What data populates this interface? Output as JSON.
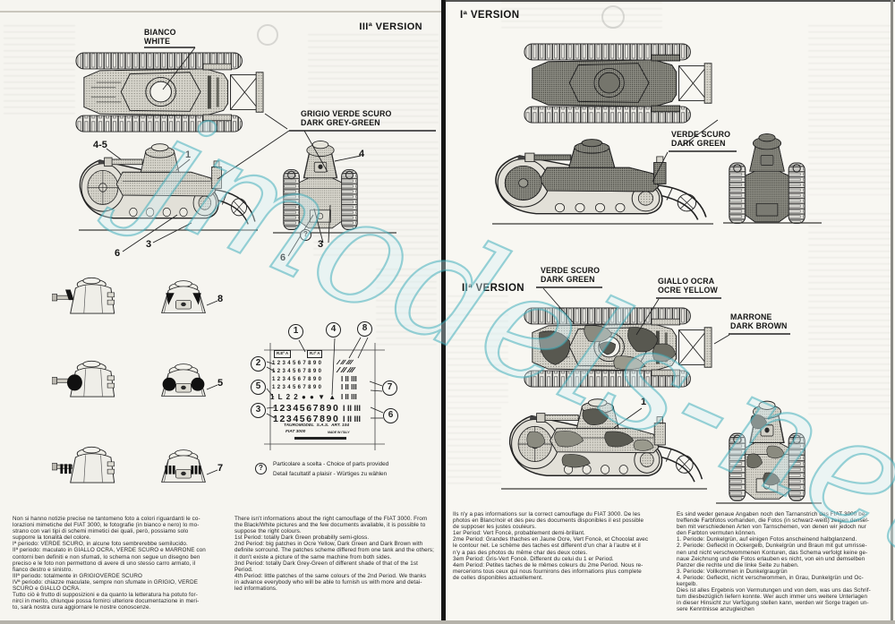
{
  "watermark_text": "jmodels-net",
  "colors": {
    "ink": "#1c1c1c",
    "paper_left": "#f6f5f0",
    "paper_right": "#f8f7f2",
    "watermark_stroke": "#35a9b8",
    "watermark_fill": "#d6eff4"
  },
  "left": {
    "header": "IIIª VERSION",
    "bianco1": "BIANCO",
    "bianco2": "WHITE",
    "grigio1": "GRIGIO VERDE SCURO",
    "grigio2": "DARK GREY-GREEN",
    "n45": "4-5",
    "n1": "1",
    "n4": "4",
    "n3a": "3",
    "n3b": "3",
    "n6a": "6",
    "n6b": "6",
    "opt": "?",
    "n8": "8",
    "n5": "5",
    "n7": "7",
    "decal": {
      "c1": "1",
      "c4": "4",
      "c8": "8",
      "c2": "2",
      "c5": "5",
      "c3": "3",
      "c7": "7",
      "c6": "6",
      "box1": "R.Eº A",
      "box2": "R.Iº A",
      "nums": "1234567890",
      "slash": "I II III",
      "bars": "I II III",
      "sym": "1 L 2 2 ● ● ▼ ▲",
      "nums_big": "1234567890",
      "maker": "TAUROMODEL  S.A.S.  ART. 104",
      "model": "FIAT 3000",
      "made": "MADE IN ITALY"
    },
    "note_sym": "?",
    "note1": "Particolare a scelta - Choice of parts provided",
    "note2": "Detail facultatif a plaisir - Würtiges zu wählen",
    "text_it": "Non si hanno notizie precise ne tantomeno foto a colori riguardanti le co-\nlorazioni mimetiche del FIAT 3000, le fotografie (in bianco e nero) lo mo-\nstrano con vari tipi di schemi mimetici dei quali, però, possiamo solo\nsupporre la tonalità del colore.\nIª periodo: VERDE SCURO, in alcune foto sembrerebbe semilucido.\nIIª periodo: maculato in GIALLO OCRA, VERDE SCURO e MARRONE con\ncontorni ben definiti e non sfumati, lo schema non segue un disegno ben\npreciso e le foto non permettono di avere di uno stesso carro armato, il\nfianco destro e sinistro.\nIIIª periodo: totalmente in GRIGIOVERDE SCURO\nIVª periodo: chiazze maculate, sempre non sfumate in GRIGIO, VERDE\nSCURO e GIALLO OCRA.\nTutto ciò è frutto di supposizioni e da quanto la letteratura ha potuto for-\nnirci in merito, chiunque possa fornirci ulteriore documentazione in meri-\nto, sarà nostra cura aggiornare le nostre conoscenze.",
    "text_en": "There isn't informations about the right camouflage of the FIAT 3000. From\nthe Black/White pictures and the few documents available, it is possible to\nsuppose the right colours.\n1st Period: totally Dark Green probabilly semi-gloss.\n2nd Period: big patches in Ocre Yellow, Dark Green and Dark Brown with\ndefinite sorround. The patches scheme differed from one tank and the others;\nit don't existe a picture of the same machine from both sides.\n3nd Period: totally Dark Grey-Green of different shade of that of the 1st\nPeriod.\n4th Period: little patches of the same colours of the 2nd Period. We thanks\nin advance everybody who will be able to furnish us with more and detai-\nled informations."
  },
  "right": {
    "header1": "Iª VERSION",
    "header2": "IIª VERSION",
    "verde1a": "VERDE SCURO",
    "verde1b": "DARK GREEN",
    "verde2a": "VERDE SCURO",
    "verde2b": "DARK GREEN",
    "giallo1": "GIALLO OCRA",
    "giallo2": "OCRE YELLOW",
    "marrone1": "MARRONE",
    "marrone2": "DARK BROWN",
    "n1": "1",
    "text_fr": "Ils n'y a pas informations sur la correct camouflage du FIAT 3000. De les\nphotos en Blanc/noir et des peu des documents disponibles il est possible\nde supposer les justes couleurs.\n1er Period: Vert Foncè, probablement demi-brillant.\n2me Period: Grandes thaches en Jaune Ocre, Vert Foncè, et Chocolat avec\nle contour net. Le schème des taches est different d'un char à l'autre et il\nn'y a pas des photos du même char des deux cotes.\n3em Period: Gris-Vert Foncè. Different du celui du 1 er Period.\n4em Period: Petites taches de le mêmes coleurs du 2me Period. Nous re-\nmercerions tous ceux qui nous fournirons des informations plus complete\nde celles disponibles actuellement.",
    "text_de": "Es sind weder genaue Angaben noch den Tarnanstrich des FIAT 3000 be-\ntreffende Farbfotos vorhanden, die Fotos (in schwarz-weiß) zeigen densel-\nben mit verschiedenen Arten von Tarnschemen, von denen wir jedoch nur\nden Farbton vermuten können.\n1. Periode: Dunkelgrün, auf einigen Fotos anscheinend halbglanzend.\n2. Periode: Gefleckt in Ockergelb, Dunkelgrün und Braun mit gut umrisse-\nnen und nicht verschwommenen Konturen, das Schema verfolgt keine ge-\nnaue Zeichnung und die Fotos erlauben es nicht, von ein und demselben\nPanzer die rechte und die linke Seite zu haben.\n3. Periode: Vollkommen in Dunkelgraugrün\n4. Periode: Gefleckt, nicht verschwommen, in Grau, Dunkelgrün und Oc-\nkergelb.\nDies ist alles Ergebnis von Vermutungen und von dem, was uns das Schrif-\ntum diesbezüglich liefern konnte. Wer auch immer uns weitere Unterlagen\nin dieser Hinsicht zur Verfügung stellen kann, werden wir Sorge tragen un-\nsere Kenntnisse anzugleichen"
  }
}
